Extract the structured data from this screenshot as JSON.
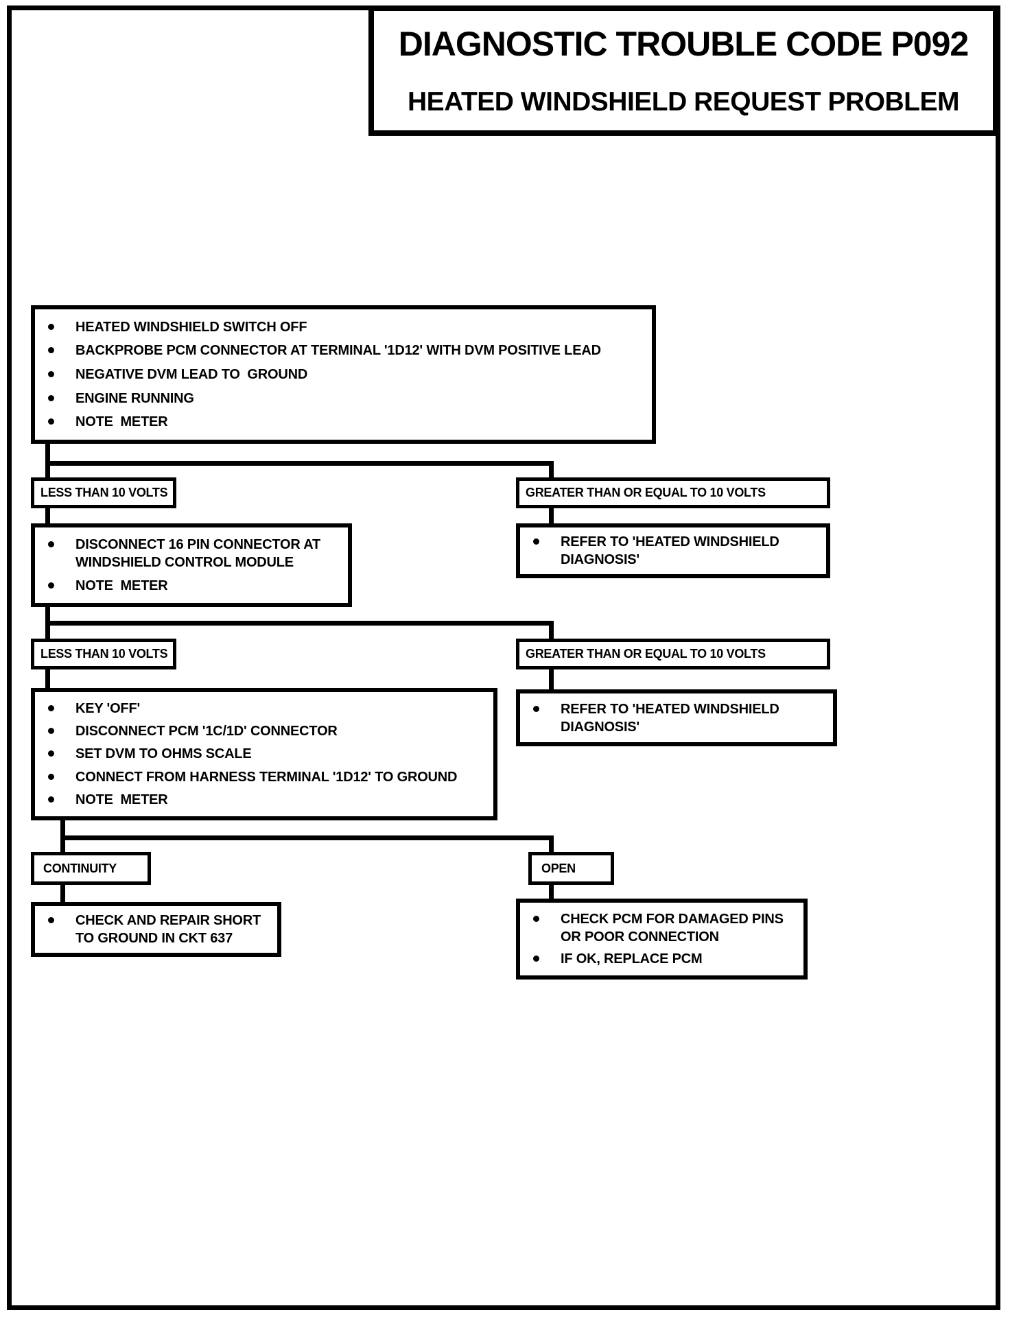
{
  "colors": {
    "ink": "#000000",
    "paper": "#ffffff"
  },
  "header": {
    "title": "DIAGNOSTIC TROUBLE CODE P092",
    "subtitle": "HEATED WINDSHIELD REQUEST PROBLEM"
  },
  "flow": {
    "initial_steps": {
      "items": [
        "HEATED WINDSHIELD SWITCH OFF",
        "BACKPROBE PCM CONNECTOR AT TERMINAL '1D12' WITH DVM POSITIVE LEAD",
        "NEGATIVE DVM LEAD TO  GROUND",
        "ENGINE RUNNING",
        "NOTE  METER"
      ]
    },
    "branch1": {
      "left_label": "LESS THAN 10 VOLTS",
      "right_label": "GREATER THAN OR EQUAL TO 10 VOLTS",
      "left_action": {
        "items": [
          "DISCONNECT 16 PIN CONNECTOR AT WINDSHIELD CONTROL MODULE",
          "NOTE  METER"
        ]
      },
      "right_action": {
        "items": [
          "REFER TO 'HEATED WINDSHIELD DIAGNOSIS'"
        ]
      }
    },
    "branch2": {
      "left_label": "LESS THAN 10 VOLTS",
      "right_label": "GREATER THAN OR EQUAL TO 10 VOLTS",
      "left_action": {
        "items": [
          "KEY 'OFF'",
          "DISCONNECT PCM '1C/1D' CONNECTOR",
          "SET DVM TO OHMS SCALE",
          "CONNECT FROM HARNESS TERMINAL '1D12' TO GROUND",
          "NOTE  METER"
        ]
      },
      "right_action": {
        "items": [
          "REFER TO 'HEATED WINDSHIELD DIAGNOSIS'"
        ]
      }
    },
    "branch3": {
      "left_label": "CONTINUITY",
      "right_label": "OPEN",
      "left_action": {
        "items": [
          "CHECK AND REPAIR SHORT TO GROUND IN CKT 637"
        ]
      },
      "right_action": {
        "items": [
          "CHECK PCM FOR DAMAGED PINS OR POOR CONNECTION",
          "IF OK, REPLACE PCM"
        ]
      }
    }
  }
}
